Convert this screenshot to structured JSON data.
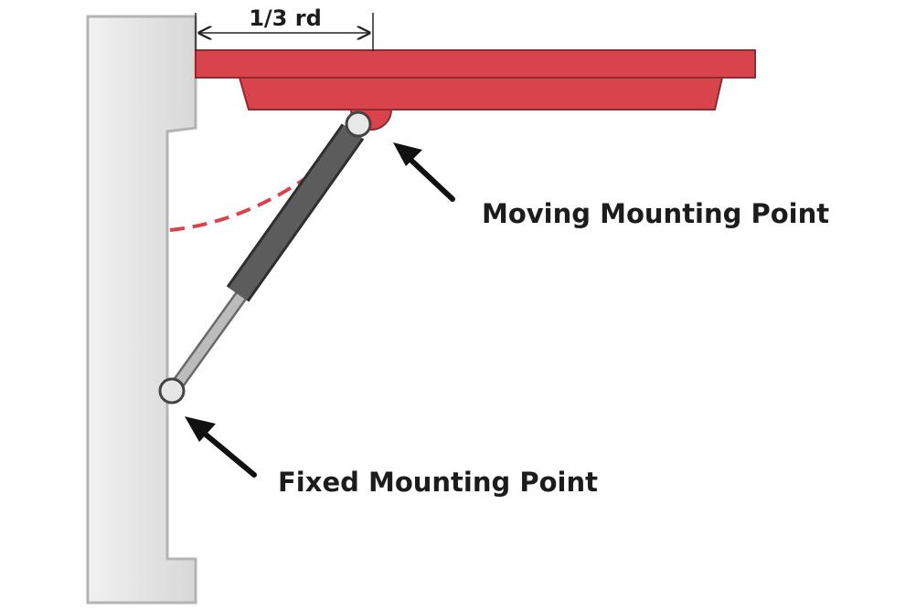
{
  "dimension": {
    "label": "1/3 rd"
  },
  "callouts": {
    "moving": "Moving Mounting Point",
    "fixed": "Fixed Mounting Point"
  },
  "colors": {
    "wall_fill": "#e9e9e9",
    "wall_stroke": "#b4b4b4",
    "lid_fill": "#d9434b",
    "lid_stroke": "#8f2a30",
    "cylinder_body": "#5a5a5a",
    "cylinder_rod": "#a9a9a9",
    "arc_dash": "#d9434b",
    "arrow": "#111111"
  },
  "icons": {
    "moving_arrow": "arrow-up-left-icon",
    "fixed_arrow": "arrow-up-left-icon"
  }
}
